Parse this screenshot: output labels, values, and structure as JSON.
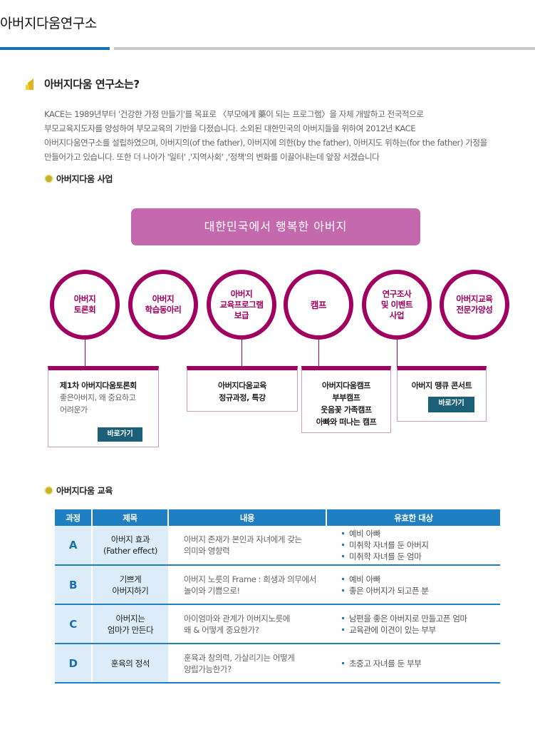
{
  "page": {
    "title": "아버지다움연구소"
  },
  "section1": {
    "heading": "아버지다움 연구소는?",
    "intro_lines": [
      "KACE는 1989년부터 '건강한 가정 만들기'를 목표로 〈부모에게 藥이 되는 프로그램〉을 자체 개발하고 전국적으로",
      "부모교육지도자를 양성하여 부모교육의 기반을 다졌습니다. 소외된 대한민국의 아버지들을 위하여 2012년 KACE",
      "아버지다움연구소를 설립하였으며, 아버지의(of the father), 아버지에 의한(by the father), 아버지도 위하는(for the father) 가정을",
      "만들어가고 있습니다. 또한 더 나아가 '일터' ,'지역사회' ,'정책'의 변화를 이끌어내는데 앞장 서겠습니다"
    ]
  },
  "business": {
    "heading": "아버지다움 사업",
    "banner": "대한민국에서 행복한 아버지",
    "circles": [
      {
        "lines": [
          "아버지",
          "토론회"
        ]
      },
      {
        "lines": [
          "아버지",
          "학습동아리"
        ]
      },
      {
        "lines": [
          "아버지",
          "교육프로그램",
          "보급"
        ]
      },
      {
        "lines": [
          "캠프"
        ]
      },
      {
        "lines": [
          "연구조사",
          "및 이벤트",
          "사업"
        ]
      },
      {
        "lines": [
          "아버지교육",
          "전문가양성"
        ]
      }
    ],
    "cards": [
      {
        "title": "제1차 아버지다움토론회",
        "desc": [
          "좋은아버지, 왜 중요하고",
          "어려운가"
        ],
        "button": "바로가기"
      },
      {
        "lines": [
          "아버지다움교육",
          "정규과정, 특강"
        ]
      },
      {
        "lines": [
          "아버지다움캠프",
          "부부캠프",
          "웃음꽃 가족캠프",
          "아빠와 떠나는 캠프"
        ]
      },
      {
        "title": "아버지 땡큐 콘서트",
        "button": "바로가기"
      }
    ]
  },
  "education": {
    "heading": "아버지다움 교육",
    "columns": [
      "과정",
      "제목",
      "내용",
      "유효한 대상"
    ],
    "rows": [
      {
        "code": "A",
        "title": [
          "아버지 효과",
          "(Father effect)"
        ],
        "content": [
          "아버지 존재가 본인과 자녀에게 갖는",
          "의미와 영향력"
        ],
        "targets": [
          "예비 아빠",
          "미취학 자녀를 둔 아버지",
          "미취학 자녀를 둔 엄마"
        ]
      },
      {
        "code": "B",
        "title": [
          "기쁘게",
          "아버지하기"
        ],
        "content": [
          "아버지 노릇의 Frame : 희생과 의무에서",
          "놀이와 기쁨으로!"
        ],
        "targets": [
          "예비 아빠",
          "좋은 아버지가 되고픈 분"
        ]
      },
      {
        "code": "C",
        "title": [
          "아버지는",
          "엄마가 만든다"
        ],
        "content": [
          "아이엄마와 관계가 아버지노릇에",
          "왜 & 어떻게 중요한가?"
        ],
        "targets": [
          "남편을 좋은 아버지로 만들고픈 엄마",
          "교육관에 이견이 있는 부부"
        ]
      },
      {
        "code": "D",
        "title": [
          "훈육의 정석"
        ],
        "content": [
          "훈육과 창의력, 가살리기는 어떻게",
          "양립가능한가?"
        ],
        "targets": [
          "초중고 자녀를 둔 부부"
        ]
      }
    ]
  }
}
